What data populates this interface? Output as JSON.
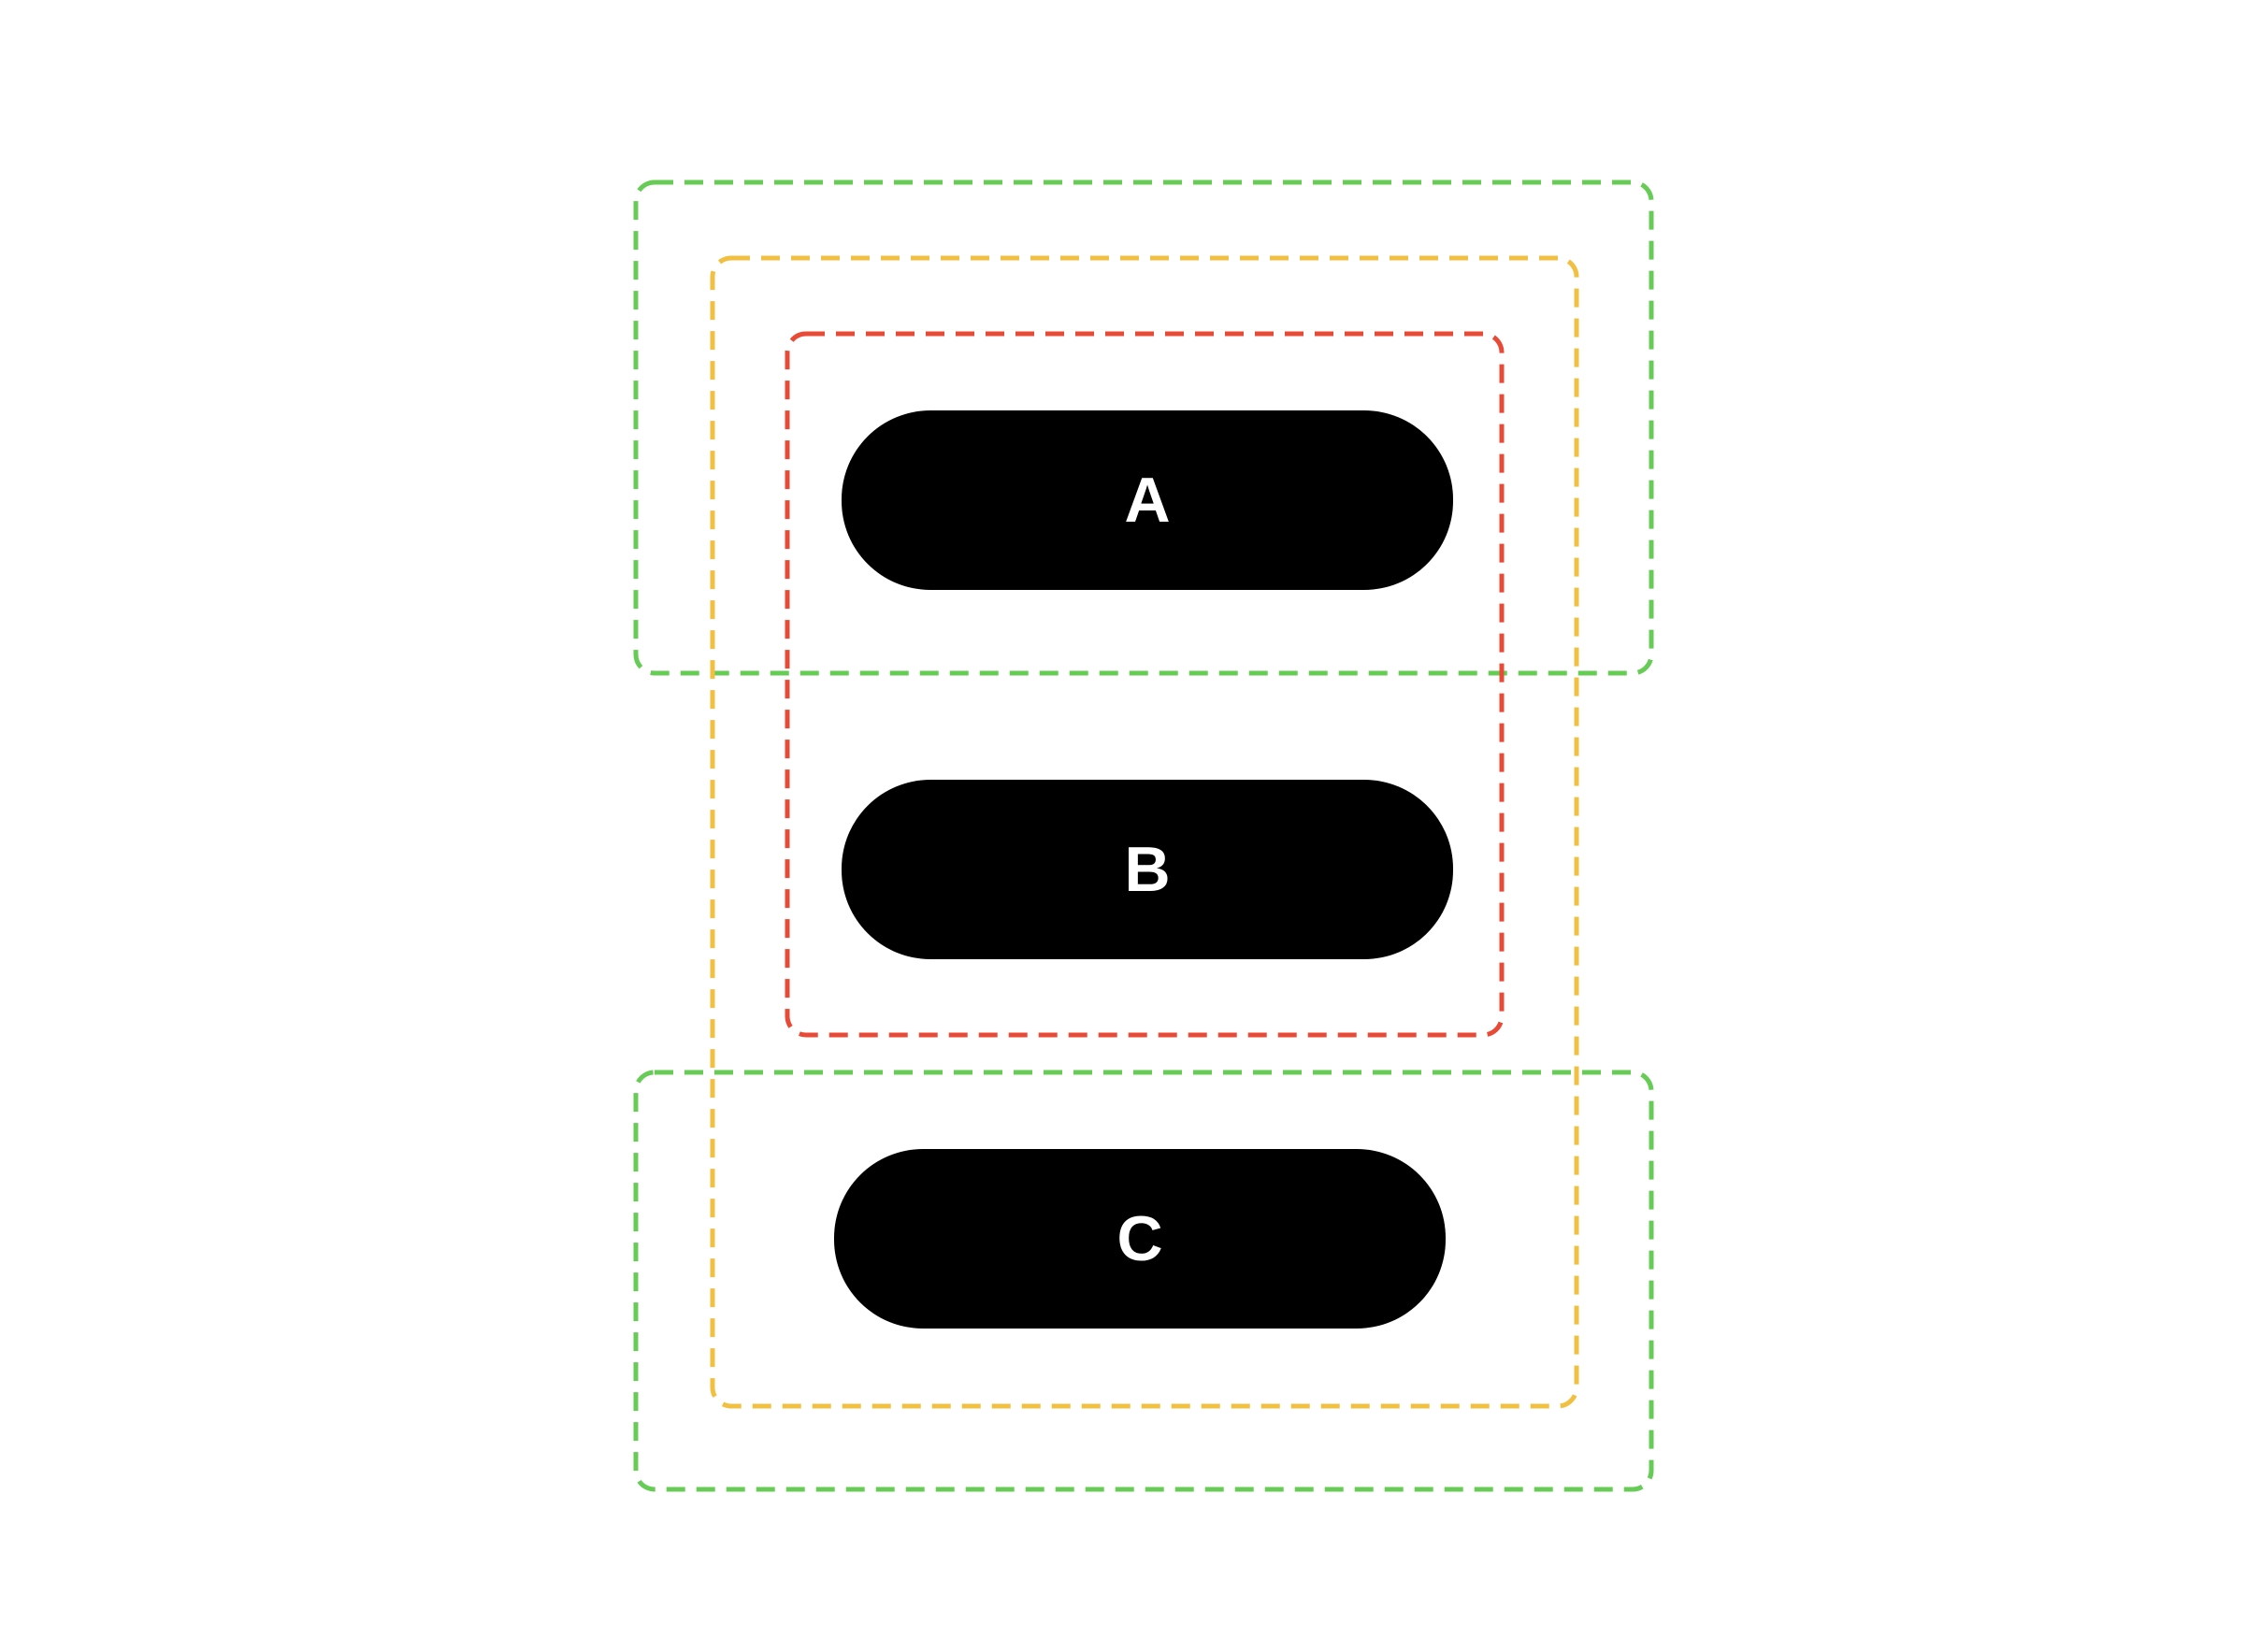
{
  "colors": {
    "background": "#ffffff",
    "pill_fill": "#000000",
    "pill_text": "#ffffff",
    "green_group": "#66cc55",
    "yellow_group": "#f2c040",
    "red_group": "#e84a36"
  },
  "nodes": [
    {
      "id": "A",
      "label": "A"
    },
    {
      "id": "B",
      "label": "B"
    },
    {
      "id": "C",
      "label": "C"
    }
  ],
  "groups": [
    {
      "id": "green-top",
      "style": "dashed",
      "color": "#66cc55",
      "members": [
        "A"
      ]
    },
    {
      "id": "yellow",
      "style": "dashed",
      "color": "#f2c040",
      "members": [
        "A",
        "B",
        "C"
      ]
    },
    {
      "id": "red",
      "style": "dashed",
      "color": "#e84a36",
      "members": [
        "A",
        "B"
      ]
    },
    {
      "id": "green-bottom",
      "style": "dashed",
      "color": "#66cc55",
      "members": [
        "C"
      ]
    }
  ]
}
